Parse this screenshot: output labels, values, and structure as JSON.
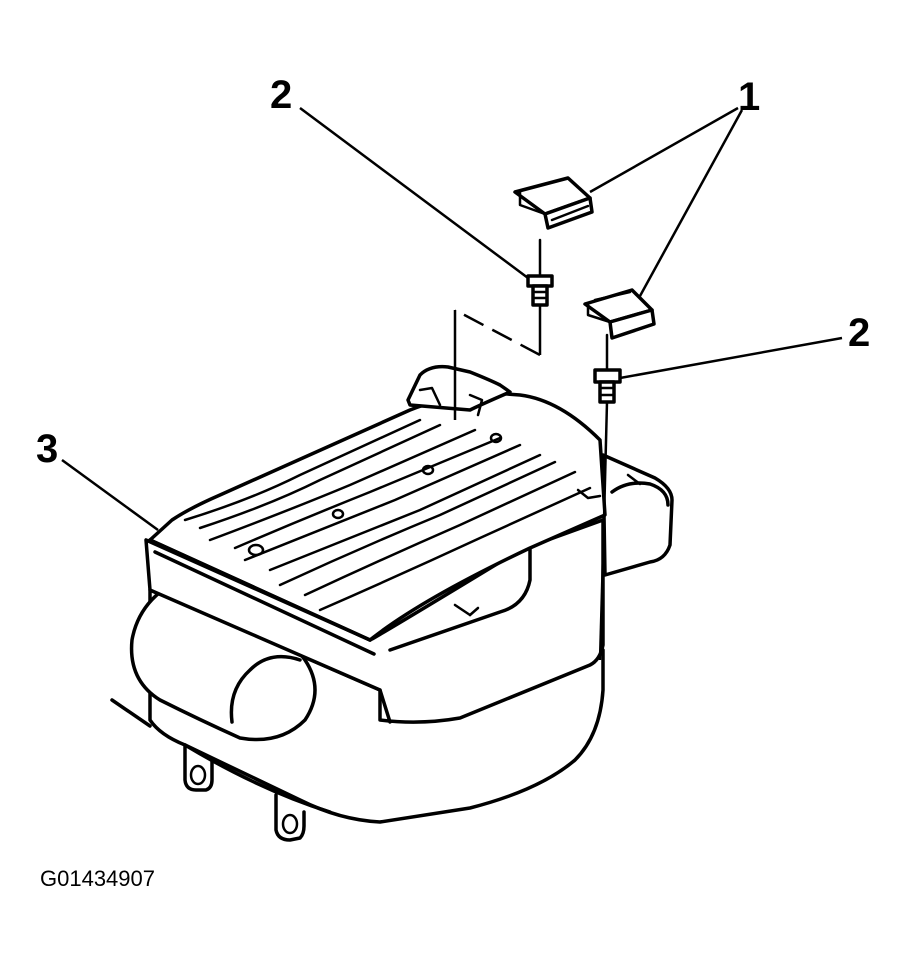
{
  "diagram": {
    "callouts": [
      {
        "id": "cap-clips",
        "label": "1"
      },
      {
        "id": "bolt-left",
        "label": "2"
      },
      {
        "id": "bolt-right",
        "label": "2"
      },
      {
        "id": "battery-box",
        "label": "3"
      }
    ],
    "figure_id": "G01434907"
  }
}
